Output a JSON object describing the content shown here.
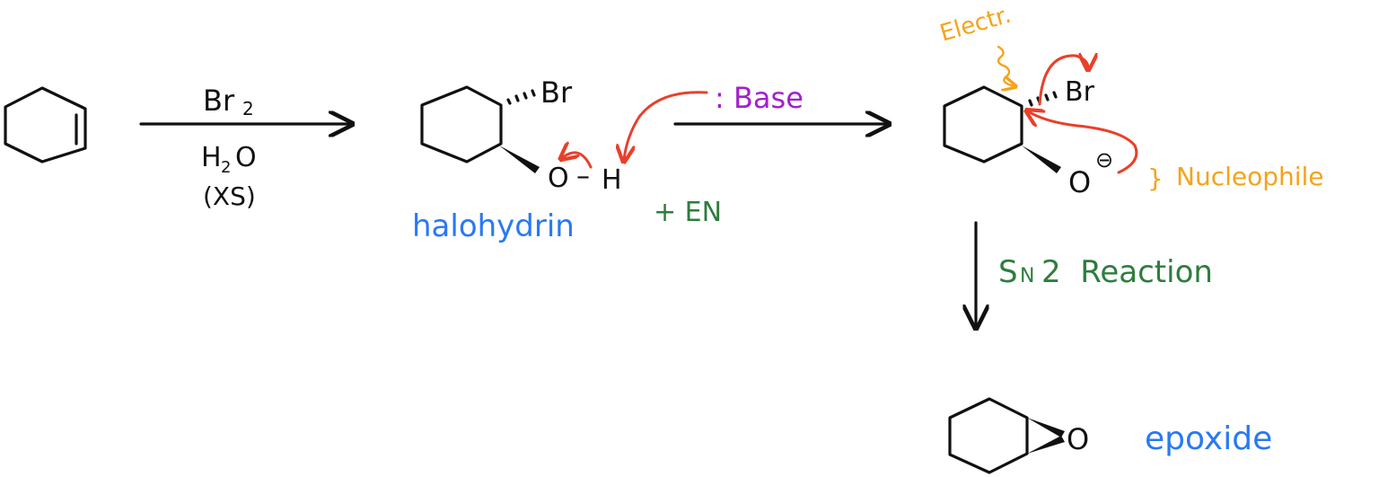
{
  "reagents": {
    "top": "Br",
    "top_sub": "2",
    "bottom_h": "H",
    "bottom_sub": "2",
    "bottom_o": "O",
    "excess": "(XS)"
  },
  "halohydrin": {
    "br_label": "Br",
    "o_label": "O",
    "bond_label": "–",
    "h_label": "H",
    "name": "halohydrin",
    "en_note": "+ EN",
    "base_label": ": Base"
  },
  "alkoxide": {
    "electrophile_label": "Electr.",
    "br_label": "Br",
    "o_label": "O",
    "charge": "⊖",
    "brace": "}",
    "nucleophile_label": "Nucleophile"
  },
  "step2": {
    "label": "SN2 Reaction",
    "s": "S",
    "n": "N",
    "rest": "2  Reaction"
  },
  "product": {
    "o_label": "O",
    "name": "epoxide"
  },
  "colors": {
    "arrow_curly": "#e8402a",
    "label_blue": "#2979f2",
    "label_green": "#2e7d3e",
    "label_purple": "#a21fd0",
    "label_orange": "#f5a31a"
  }
}
